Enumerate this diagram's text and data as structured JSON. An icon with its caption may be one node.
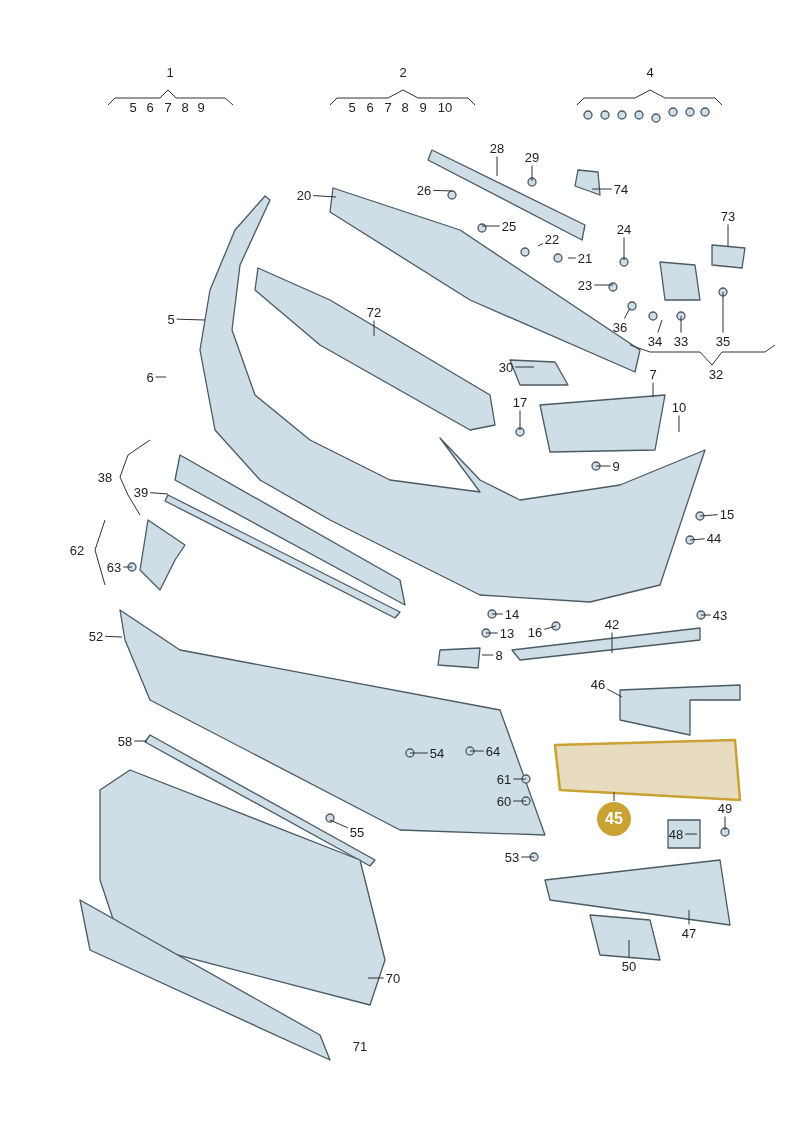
{
  "diagram": {
    "nodes": [
      {
        "text": [
          "28"
        ]
      },
      {
        "text": [
          "29"
        ]
      },
      {
        "text": [
          "20"
        ]
      },
      {
        "text": [
          "26"
        ]
      },
      {
        "text": [
          "74"
        ]
      },
      {
        "text": [
          "25"
        ]
      },
      {
        "text": [
          "73"
        ]
      },
      {
        "text": [
          "24"
        ]
      },
      {
        "text": [
          "22"
        ]
      },
      {
        "text": [
          "21"
        ]
      },
      {
        "text": [
          "5"
        ]
      },
      {
        "text": [
          "72"
        ]
      },
      {
        "text": [
          "23"
        ]
      },
      {
        "text": [
          "36"
        ]
      },
      {
        "text": [
          "34"
        ]
      },
      {
        "text": [
          "33"
        ]
      },
      {
        "text": [
          "35"
        ]
      },
      {
        "text": [
          "30"
        ]
      },
      {
        "text": [
          "6"
        ]
      },
      {
        "text": [
          "7"
        ]
      },
      {
        "text": [
          "17"
        ]
      },
      {
        "text": [
          "10"
        ]
      },
      {
        "text": [
          "9"
        ]
      },
      {
        "text": [
          "39"
        ]
      },
      {
        "text": [
          "15"
        ]
      },
      {
        "text": [
          "63"
        ]
      },
      {
        "text": [
          "44"
        ]
      },
      {
        "text": [
          "52"
        ]
      },
      {
        "text": [
          "14"
        ]
      },
      {
        "text": [
          "13"
        ]
      },
      {
        "text": [
          "16"
        ]
      },
      {
        "text": [
          "42"
        ]
      },
      {
        "text": [
          "43"
        ]
      },
      {
        "text": [
          "8"
        ]
      },
      {
        "text": [
          "46"
        ]
      },
      {
        "text": [
          "58"
        ]
      },
      {
        "text": [
          "54"
        ]
      },
      {
        "text": [
          "64"
        ]
      },
      {
        "text": [
          "61"
        ]
      },
      {
        "text": [
          "60"
        ]
      },
      {
        "text": [
          "45"
        ]
      },
      {
        "text": [
          "49"
        ]
      },
      {
        "text": [
          "48"
        ]
      },
      {
        "text": [
          "55"
        ]
      },
      {
        "text": [
          "53"
        ]
      },
      {
        "text": [
          "47"
        ]
      },
      {
        "text": [
          "70"
        ]
      },
      {
        "text": [
          "50"
        ]
      }
    ],
    "edges": [
      {
        "from": 0,
        "to": null,
        "arrow": "none"
      },
      {
        "from": 1,
        "to": null,
        "arrow": "none"
      },
      {
        "from": 2,
        "to": null,
        "arrow": "none"
      },
      {
        "from": 3,
        "to": null,
        "arrow": "none"
      },
      {
        "from": 4,
        "to": null,
        "arrow": "none"
      },
      {
        "from": 5,
        "to": null,
        "arrow": "none"
      },
      {
        "from": 6,
        "to": null,
        "arrow": "none"
      },
      {
        "from": 7,
        "to": null,
        "arrow": "none"
      },
      {
        "from": 8,
        "to": null,
        "arrow": "none"
      },
      {
        "from": 9,
        "to": null,
        "arrow": "none"
      },
      {
        "from": 10,
        "to": null,
        "arrow": "none"
      },
      {
        "from": 11,
        "to": null,
        "arrow": "none"
      },
      {
        "from": 12,
        "to": null,
        "arrow": "none"
      },
      {
        "from": 13,
        "to": null,
        "arrow": "none"
      },
      {
        "from": 14,
        "to": null,
        "arrow": "none"
      },
      {
        "from": 15,
        "to": null,
        "arrow": "none"
      },
      {
        "from": 16,
        "to": null,
        "arrow": "none"
      },
      {
        "from": 17,
        "to": null,
        "arrow": "none"
      },
      {
        "from": 18,
        "to": null,
        "arrow": "none"
      },
      {
        "from": 19,
        "to": null,
        "arrow": "none"
      },
      {
        "from": 20,
        "to": null,
        "arrow": "none"
      },
      {
        "from": 21,
        "to": null,
        "arrow": "none"
      },
      {
        "from": 22,
        "to": null,
        "arrow": "none"
      },
      {
        "from": 23,
        "to": null,
        "arrow": "none"
      },
      {
        "from": 24,
        "to": null,
        "arrow": "none"
      },
      {
        "from": 25,
        "to": null,
        "arrow": "none"
      },
      {
        "from": 26,
        "to": null,
        "arrow": "none"
      },
      {
        "from": 27,
        "to": null,
        "arrow": "none"
      },
      {
        "from": 28,
        "to": null,
        "arrow": "none"
      },
      {
        "from": 29,
        "to": null,
        "arrow": "none"
      },
      {
        "from": 30,
        "to": null,
        "arrow": "none"
      },
      {
        "from": 31,
        "to": null,
        "arrow": "none"
      },
      {
        "from": 32,
        "to": null,
        "arrow": "none"
      },
      {
        "from": 33,
        "to": null,
        "arrow": "none"
      },
      {
        "from": 34,
        "to": null,
        "arrow": "none"
      },
      {
        "from": 35,
        "to": null,
        "arrow": "none"
      },
      {
        "from": 36,
        "to": null,
        "arrow": "none"
      },
      {
        "from": 37,
        "to": null,
        "arrow": "none"
      },
      {
        "from": 38,
        "to": null,
        "arrow": "none"
      },
      {
        "from": 39,
        "to": null,
        "arrow": "none"
      },
      {
        "from": 40,
        "to": null,
        "arrow": "none"
      },
      {
        "from": 41,
        "to": null,
        "arrow": "none"
      },
      {
        "from": 42,
        "to": null,
        "arrow": "none"
      },
      {
        "from": 43,
        "to": null,
        "arrow": "none"
      },
      {
        "from": 44,
        "to": null,
        "arrow": "none"
      },
      {
        "from": 45,
        "to": null,
        "arrow": "none"
      },
      {
        "from": 46,
        "to": null,
        "arrow": "none"
      },
      {
        "from": 47,
        "to": null,
        "arrow": "none"
      }
    ],
    "labels": [
      "1",
      "5",
      "6",
      "7",
      "8",
      "9",
      "2",
      "5",
      "6",
      "7",
      "8",
      "9",
      "10",
      "4",
      "32",
      "38",
      "62",
      "71"
    ]
  }
}
